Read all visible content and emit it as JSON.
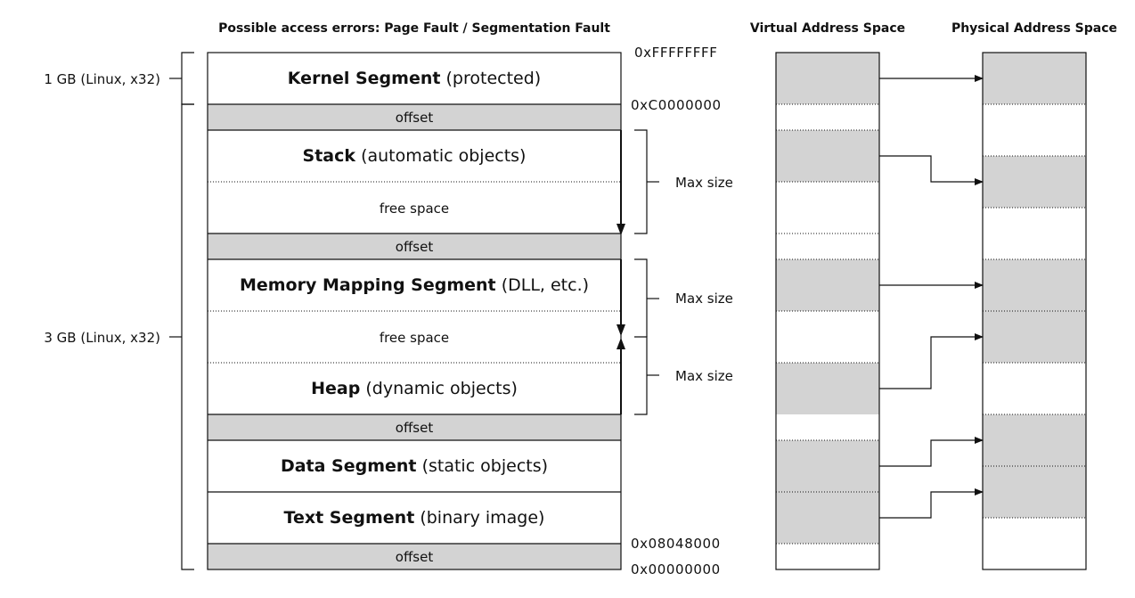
{
  "headers": {
    "errors": "Possible access errors: Page Fault / Segmentation Fault",
    "virtual": "Virtual Address Space",
    "physical": "Physical Address Space"
  },
  "segments": {
    "kernel": {
      "name": "Kernel Segment",
      "desc": "(protected)"
    },
    "stack": {
      "name": "Stack",
      "desc": "(automatic objects)"
    },
    "mmap": {
      "name": "Memory Mapping Segment",
      "desc": "(DLL, etc.)"
    },
    "heap": {
      "name": "Heap",
      "desc": "(dynamic objects)"
    },
    "data": {
      "name": "Data Segment",
      "desc": "(static objects)"
    },
    "text": {
      "name": "Text Segment",
      "desc": "(binary image)"
    }
  },
  "offset_label": "offset",
  "free_space_label": "free space",
  "max_size_label": "Max size",
  "addresses": {
    "top": "0xFFFFFFFF",
    "kernel_base": "0xC0000000",
    "text_base": "0x08048000",
    "zero": "0x00000000"
  },
  "sizes": {
    "kernel": "1 GB (Linux, x32)",
    "user": "3 GB (Linux, x32)"
  },
  "colors": {
    "shade": "#d3d3d3",
    "line": "#111111"
  }
}
